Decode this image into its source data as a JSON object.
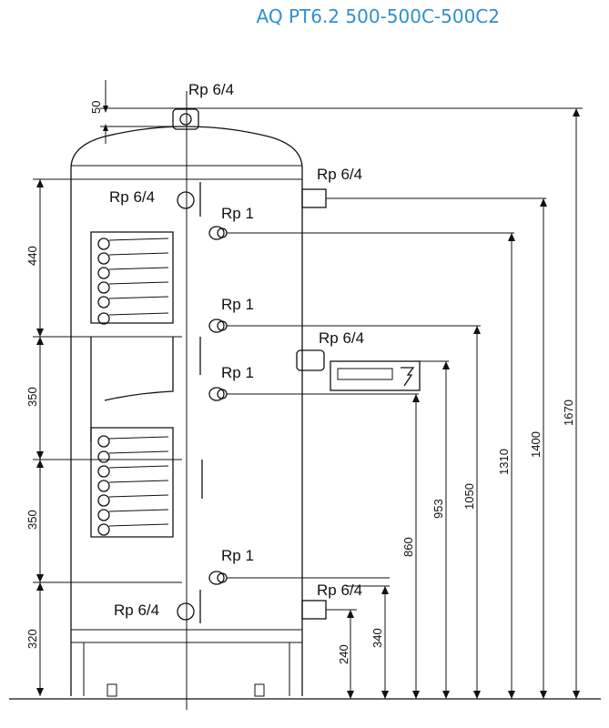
{
  "title": "AQ PT6.2 500-500C-500C2",
  "connections": {
    "top": "Rp 6/4",
    "right_upper": "Rp 6/4",
    "left_upper": "Rp 6/4",
    "rp1_a": "Rp 1",
    "rp1_b": "Rp 1",
    "rp1_c": "Rp 1",
    "heater": "Rp 6/4",
    "rp1_d": "Rp 1",
    "right_lower": "Rp 6/4",
    "left_lower": "Rp 6/4"
  },
  "dimensions_left": {
    "top_offset": "50",
    "d440": "440",
    "d350a": "350",
    "d350b": "350",
    "d320": "320"
  },
  "dimensions_right": {
    "d240": "240",
    "d340": "340",
    "d860": "860",
    "d953": "953",
    "d1050": "1050",
    "d1310": "1310",
    "d1400": "1400",
    "d1670": "1670"
  }
}
